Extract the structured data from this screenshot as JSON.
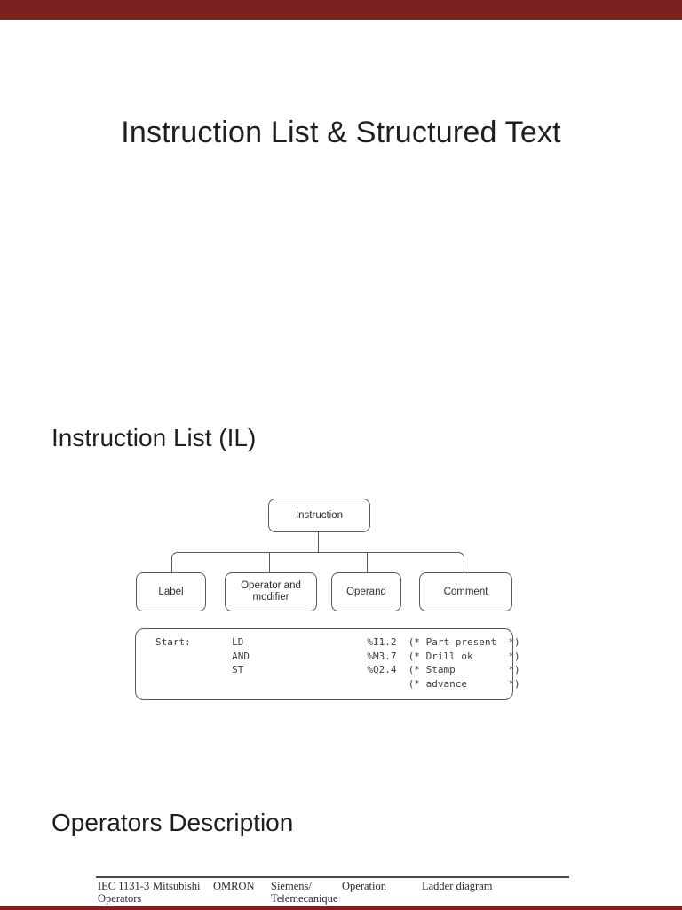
{
  "slide": {
    "title": "Instruction List & Structured Text",
    "il_heading": "Instruction List (IL)",
    "ops_heading": "Operators Description"
  },
  "diagram": {
    "root": "Instruction",
    "children": {
      "label": "Label",
      "operator": "Operator and\nmodifier",
      "operand": "Operand",
      "comment": "Comment"
    },
    "code": "Start:       LD                     %I1.2  (* Part present  *)\n             AND                    %M3.7  (* Drill ok      *)\n             ST                     %Q2.4  (* Stamp         *)\n                                           (* advance       *)"
  },
  "operators_table": {
    "columns": {
      "iec": "IEC 1131-3\nOperators",
      "mitsubishi": "Mitsubishi",
      "omron": "OMRON",
      "siemens": "Siemens/\nTelemecanique",
      "operation": "Operation",
      "ladder": "Ladder diagram"
    }
  },
  "colors": {
    "viewer_bar": "#7b2120",
    "page_background": "#ffffff",
    "text_primary": "#1f1f1f",
    "diagram_line": "#595959",
    "table_rule": "#4a4a4a"
  }
}
